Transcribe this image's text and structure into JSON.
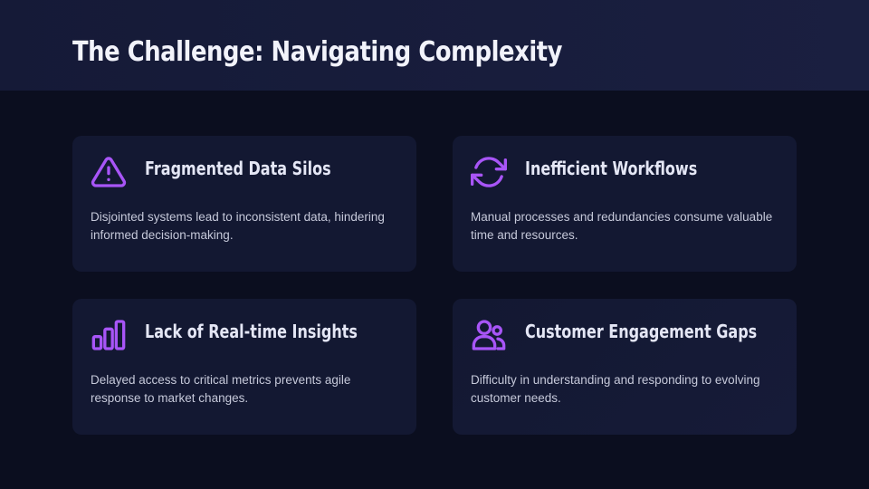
{
  "slide": {
    "title": "The Challenge: Navigating Complexity"
  },
  "colors": {
    "accent": "#a855f7",
    "background": "#0b0e1f",
    "header": "#161b3a",
    "card": "#131832"
  },
  "cards": [
    {
      "icon": "warning-triangle-icon",
      "title": "Fragmented Data Silos",
      "description": "Disjointed systems lead to inconsistent data, hindering informed decision-making."
    },
    {
      "icon": "refresh-cycle-icon",
      "title": "Inefficient Workflows",
      "description": "Manual processes and redundancies consume valuable time and resources."
    },
    {
      "icon": "bar-chart-icon",
      "title": "Lack of Real-time Insights",
      "description": "Delayed access to critical metrics prevents agile response to market changes."
    },
    {
      "icon": "users-icon",
      "title": "Customer Engagement Gaps",
      "description": "Difficulty in understanding and responding to evolving customer needs."
    }
  ]
}
